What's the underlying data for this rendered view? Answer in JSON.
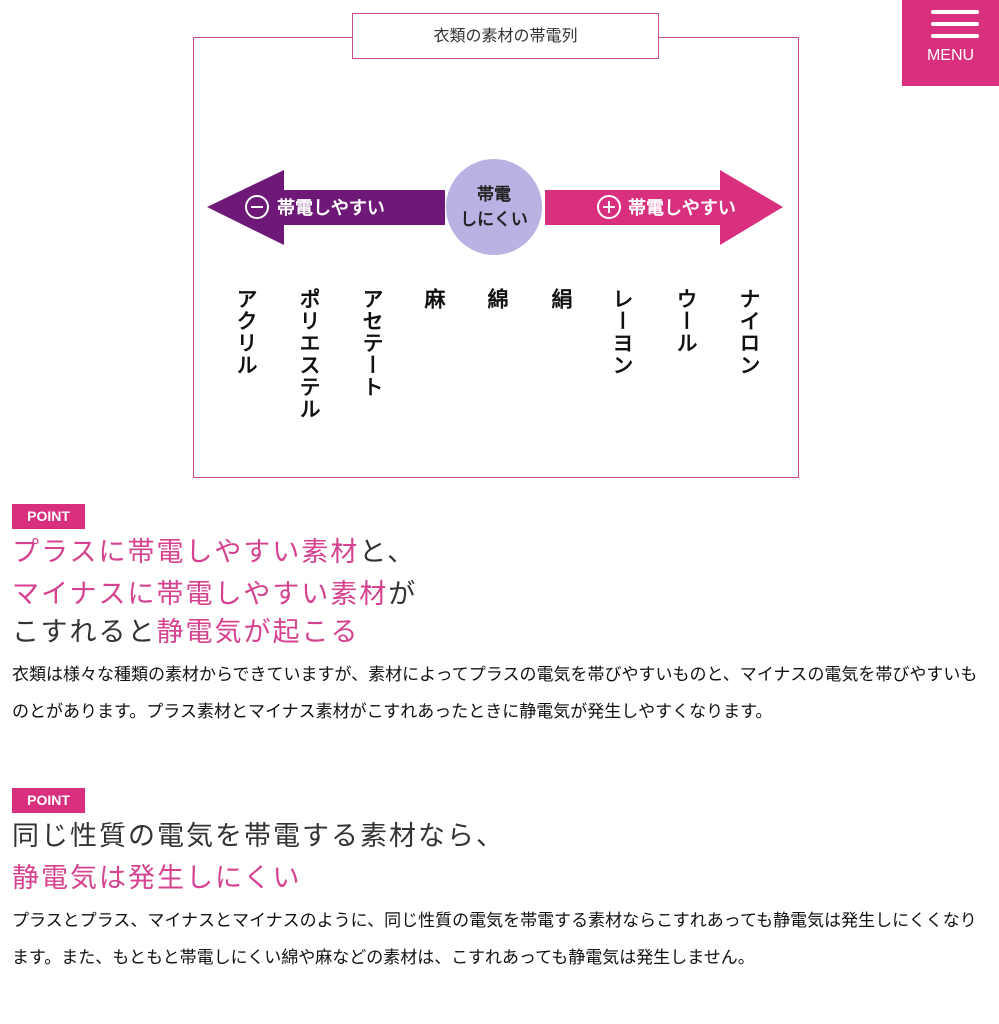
{
  "menu": {
    "label": "MENU"
  },
  "diagram": {
    "title": "衣類の素材の帯電列",
    "negative_label": "帯電しやすい",
    "center_line1": "帯電",
    "center_line2": "しにくい",
    "positive_label": "帯電しやすい",
    "materials": [
      "アクリル",
      "ポリエステル",
      "アセテート",
      "麻",
      "綿",
      "絹",
      "レーヨン",
      "ウール",
      "ナイロン"
    ],
    "colors": {
      "negative": "#6e1878",
      "positive": "#d8307f",
      "center": "#b9b3e3"
    }
  },
  "point1": {
    "badge": "POINT",
    "h1a": "プラスに帯電しやすい素材",
    "h1b": "と、",
    "h2a": "マイナスに帯電しやすい素材",
    "h2b": "が",
    "h3a": "こすれると",
    "h3b": "静電気が起こる",
    "body": "衣類は様々な種類の素材からできていますが、素材によってプラスの電気を帯びやすいものと、マイナスの電気を帯びやすいものとがあります。プラス素材とマイナス素材がこすれあったときに静電気が発生しやすくなります。"
  },
  "point2": {
    "badge": "POINT",
    "h1": "同じ性質の電気を帯電する素材なら、",
    "h2": "静電気は発生しにくい",
    "body": "プラスとプラス、マイナスとマイナスのように、同じ性質の電気を帯電する素材ならこすれあっても静電気は発生しにくくなります。また、もともと帯電しにくい綿や麻などの素材は、こすれあっても静電気は発生しません。"
  }
}
